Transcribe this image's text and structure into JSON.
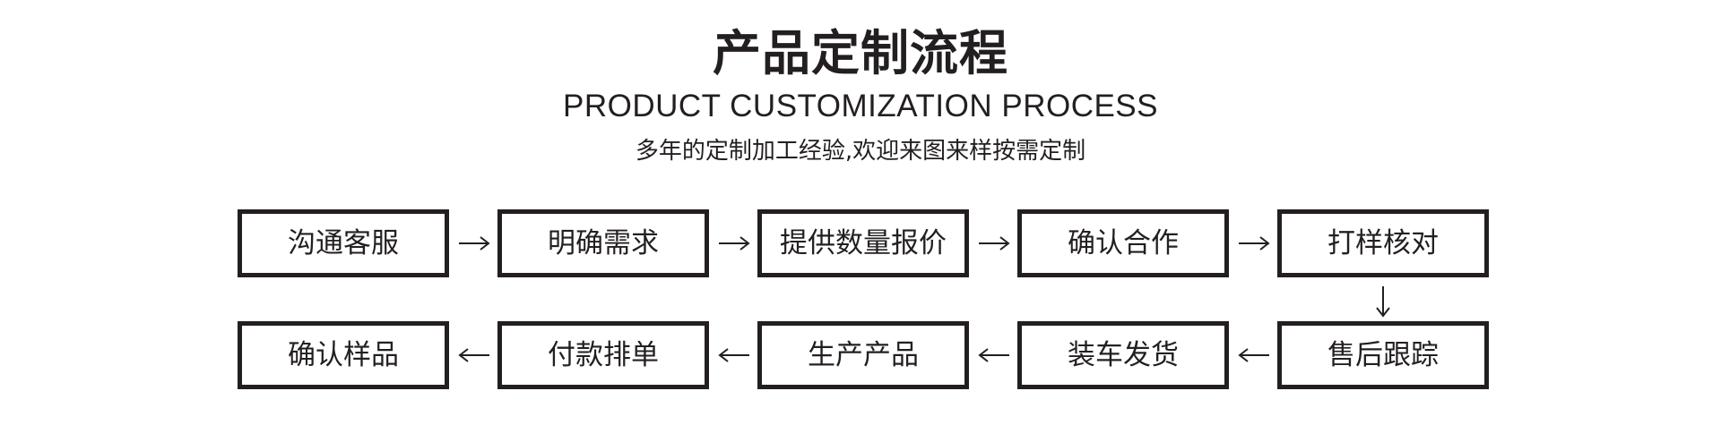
{
  "header": {
    "title": "产品定制流程",
    "subtitle": "PRODUCT CUSTOMIZATION PROCESS",
    "tagline": "多年的定制加工经验,欢迎来图来样按需定制"
  },
  "process": {
    "row1": [
      "沟通客服",
      "明确需求",
      "提供数量报价",
      "确认合作",
      "打样核对"
    ],
    "row2": [
      "确认样品",
      "付款排单",
      "生产产品",
      "装车发货",
      "售后跟踪"
    ]
  },
  "colors": {
    "ink": "#231f20",
    "background": "#ffffff"
  },
  "icons": {
    "forward": "arrow-right-icon",
    "backward": "arrow-left-icon",
    "turn": "arrow-down-icon"
  }
}
